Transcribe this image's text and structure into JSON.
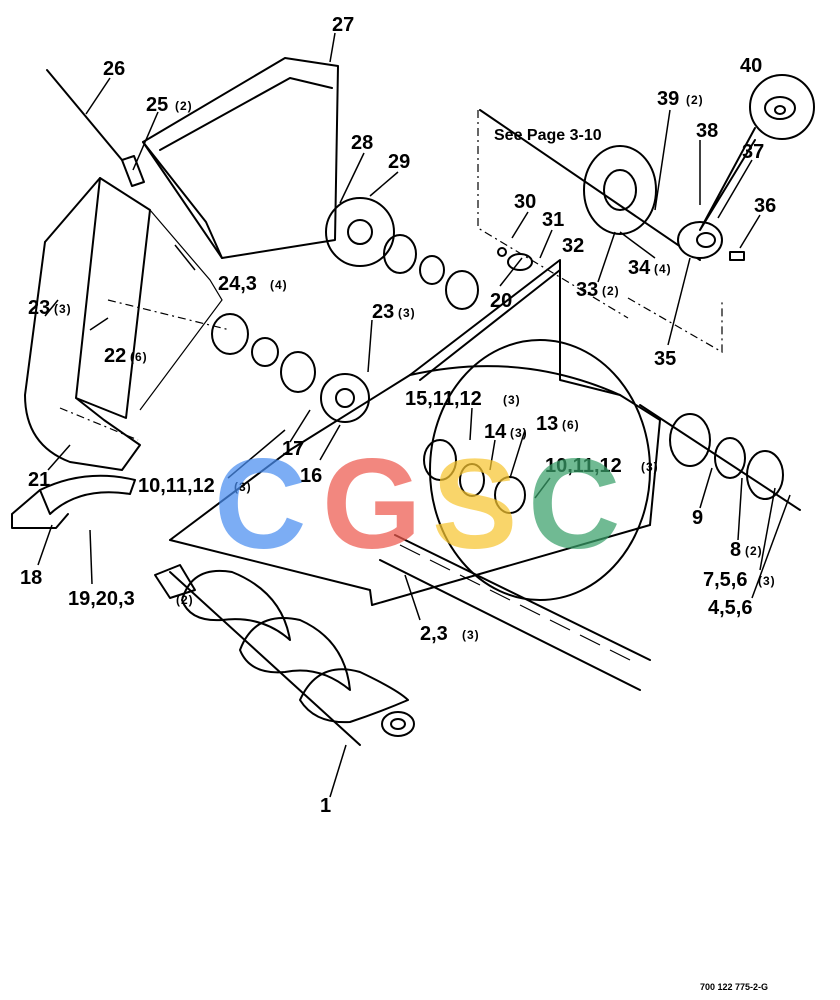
{
  "diagram": {
    "callouts": {
      "c1": "1",
      "c2": "2,3",
      "c4": "4,5,6",
      "c7": "7,5,6",
      "c8": "8",
      "c9": "9",
      "c10a": "10,11,12",
      "c10b": "10,11,12",
      "c13": "13",
      "c14": "14",
      "c15": "15,11,12",
      "c16": "16",
      "c17": "17",
      "c18": "18",
      "c19": "19,20,3",
      "c20": "20",
      "c21": "21",
      "c22": "22",
      "c23a": "23",
      "c23b": "23",
      "c24": "24,3",
      "c25": "25",
      "c26": "26",
      "c27": "27",
      "c28": "28",
      "c29": "29",
      "c30": "30",
      "c31": "31",
      "c32": "32",
      "c33": "33",
      "c34": "34",
      "c35": "35",
      "c36": "36",
      "c37": "37",
      "c38": "38",
      "c39": "39",
      "c40": "40"
    },
    "quantities": {
      "q2": "(3)",
      "q7": "(3)",
      "q8": "(2)",
      "q10a": "(3)",
      "q10b": "(3)",
      "q13": "(6)",
      "q14": "(3)",
      "q15": "(3)",
      "q19": "(2)",
      "q22": "(6)",
      "q23a": "(3)",
      "q23b": "(3)",
      "q24": "(4)",
      "q25": "(2)",
      "q33": "(2)",
      "q34": "(4)",
      "q39": "(2)"
    },
    "reference_note": "See Page 3-10",
    "doc_code": "700 122 775-2-G"
  },
  "watermark": {
    "letters": [
      "C",
      "G",
      "S",
      "C"
    ],
    "colors": [
      "#4a8ef0",
      "#ee5a4e",
      "#f7c531",
      "#3aa06a"
    ]
  }
}
